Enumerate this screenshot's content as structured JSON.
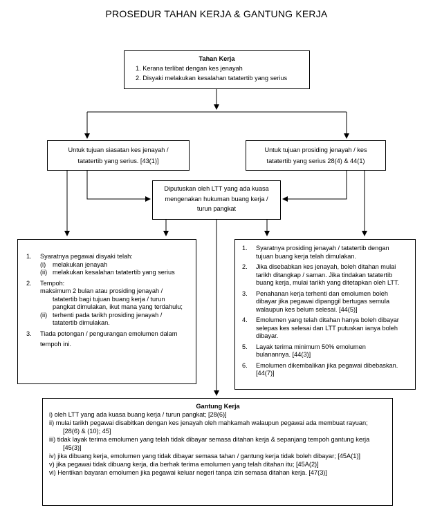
{
  "title": "PROSEDUR TAHAN KERJA & GANTUNG KERJA",
  "tahan_kerja": {
    "heading": "Tahan Kerja",
    "items": [
      "1. Kerana terlibat dengan kes jenayah",
      "2. Disyaki melakukan kesalahan tatatertib yang serius"
    ]
  },
  "siasatan": {
    "line1": "Untuk tujuan siasatan kes jenayah /",
    "line2": "tatatertib yang serius. [43(1)]"
  },
  "prosiding": {
    "line1": "Untuk tujuan prosiding jenayah / kes",
    "line2": "tatatertib yang serius 28(4) & 44(1)"
  },
  "diputuskan": {
    "line1": "Diputuskan oleh LTT yang ada kuasa",
    "line2": "mengenakan hukuman buang kerja /",
    "line3": "turun pangkat"
  },
  "left_box": {
    "i1_num": "1.",
    "i1_text": "Syaratnya pegawai disyaki telah:",
    "i1_sub1_r": "(i)",
    "i1_sub1": "melakukan jenayah",
    "i1_sub2_r": "(ii)",
    "i1_sub2": "melakukan kesalahan tatatertib yang serius",
    "i2_num": "2.",
    "i2_text": "Tempoh:",
    "i2_p1": "maksimum 2 bulan atau prosiding jenayah /",
    "i2_p2": "tatatertib bagi tujuan buang kerja / turun",
    "i2_p3": "pangkat dimulakan, ikut mana yang terdahulu;",
    "i2_sub_r": "(ii)",
    "i2_sub1": "terhenti pada tarikh prosiding jenayah /",
    "i2_sub2": "tatatertib dimulakan.",
    "i3_num": "3.",
    "i3_l1": "Tiada potongan / pengurangan  emolumen dalam",
    "i3_l2": "tempoh ini."
  },
  "right_box": {
    "items": [
      {
        "n": "1.",
        "l1": "Syaratnya prosiding jenayah / tatatertib dengan",
        "l2": "tujuan buang kerja telah dimulakan.",
        "l3": ""
      },
      {
        "n": "2.",
        "l1": "Jika disebabkan kes jenayah, boleh ditahan mulai",
        "l2": "tarikh ditangkap / saman. Jika tindakan tatatertib",
        "l3": "buang kerja, mulai tarikh yang ditetapkan oleh LTT."
      },
      {
        "n": "3.",
        "l1": "Penahanan kerja terhenti dan emolumen boleh",
        "l2": "dibayar jika pegawai  dipanggil bertugas semula",
        "l3": "walaupun kes belum selesai. [44(5)]"
      },
      {
        "n": "4.",
        "l1": "Emolumen yang telah ditahan hanya boleh dibayar",
        "l2": "selepas kes selesai dan LTT putuskan ianya boleh",
        "l3": "dibayar."
      },
      {
        "n": "5.",
        "l1": "Layak terima minimum 50% emolumen",
        "l2": "bulanannya. [44(3)]",
        "l3": ""
      },
      {
        "n": "6.",
        "l1": "Emolumen dikembalikan jika pegawai dibebaskan.",
        "l2": "[44(7)]",
        "l3": ""
      }
    ]
  },
  "gantung_kerja": {
    "heading": "Gantung Kerja",
    "l1": "i)    oleh LTT yang ada kuasa buang kerja / turun pangkat; [28(6)]",
    "l2a": "ii)   mulai tarikh pegawai disabitkan dengan kes jenayah oleh mahkamah walaupun pegawai ada membuat rayuan;",
    "l2b": "[28(6) & (10); 45]",
    "l3a": "iii)  tidak layak terima emolumen yang telah tidak dibayar semasa ditahan kerja & sepanjang tempoh gantung kerja",
    "l3b": "[45(3)]",
    "l4": "iv) jika dibuang kerja, emolumen yang tidak dibayar semasa tahan / gantung kerja tidak boleh dibayar; [45A(1)]",
    "l5": "v)  jika pegawai tidak dibuang kerja, dia berhak terima emolumen yang telah ditahan itu; [45A(2)]",
    "l6": "vi) Hentikan bayaran emolumen jika pegawai keluar negeri tanpa izin semasa ditahan kerja. [47(3)]"
  }
}
